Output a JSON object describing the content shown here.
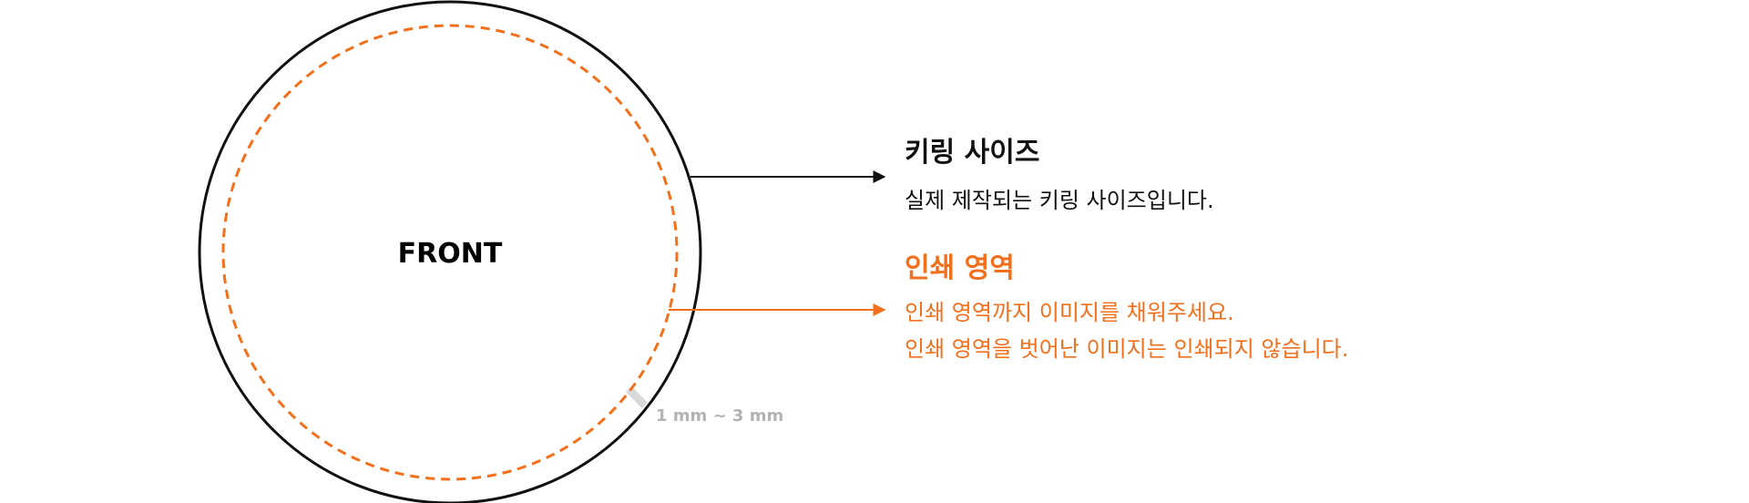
{
  "front_label": "FRONT",
  "gap_label": "1 mm ~ 3 mm",
  "keyring": {
    "title": "키링 사이즈",
    "description": "실제 제작되는 키링 사이즈입니다."
  },
  "print_area": {
    "title": "인쇄 영역",
    "lines": [
      "인쇄 영역까지 이미지를 채워주세요.",
      "인쇄 영역을 벗어난 이미지는 인쇄되지 않습니다."
    ]
  },
  "colors": {
    "accent": "#f26f1b",
    "outline": "#111111",
    "muted": "#b3b3b3",
    "gap_band": "#d9d9d9"
  },
  "icons": [
    "arrow-right-icon"
  ]
}
